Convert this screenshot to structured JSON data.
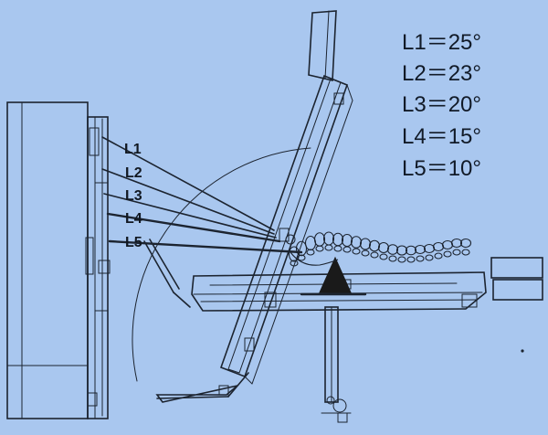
{
  "labels": [
    {
      "id": "L1",
      "text": "L1"
    },
    {
      "id": "L2",
      "text": "L2"
    },
    {
      "id": "L3",
      "text": "L3"
    },
    {
      "id": "L4",
      "text": "L4"
    },
    {
      "id": "L5",
      "text": "L5"
    }
  ],
  "legend": [
    {
      "text": "L1＝25°"
    },
    {
      "text": "L2＝23°"
    },
    {
      "text": "L3＝20°"
    },
    {
      "text": "L4＝15°"
    },
    {
      "text": "L5＝10°"
    }
  ],
  "colors": {
    "background": "#a9c7ef",
    "ink": "#1c2430",
    "fulcrum": "#1a1a1a"
  }
}
